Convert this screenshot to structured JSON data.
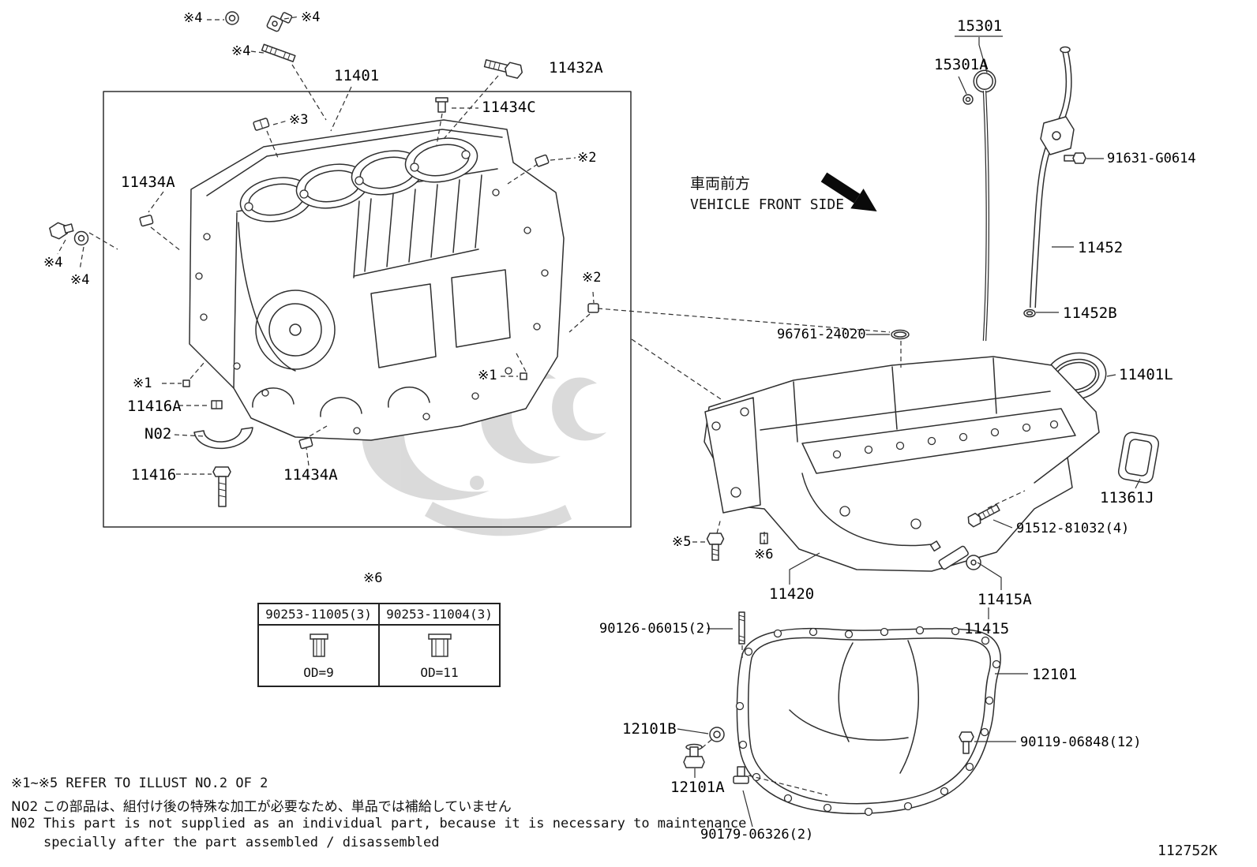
{
  "diagram_id": "112752K",
  "direction": {
    "jp": "車両前方",
    "en": "VEHICLE FRONT SIDE"
  },
  "callouts": {
    "s4a": "※4",
    "s4b": "※4",
    "s4c": "※4",
    "s4d": "※4",
    "s4e": "※4",
    "s3": "※3",
    "s2a": "※2",
    "s2b": "※2",
    "s1a": "※1",
    "s1b": "※1",
    "s5": "※5",
    "s6a": "※6",
    "s6table": "※6",
    "p11401": "11401",
    "p11432A": "11432A",
    "p11434C": "11434C",
    "p11434A_1": "11434A",
    "p11434A_2": "11434A",
    "p11416A": "11416A",
    "pN02": "N02",
    "p11416": "11416",
    "p15301": "15301",
    "p15301A": "15301A",
    "p91631": "91631-G0614",
    "p11452": "11452",
    "p11452B": "11452B",
    "p96761": "96761-24020",
    "p11401L": "11401L",
    "p11361J": "11361J",
    "p91512": "91512-81032(4)",
    "p11420": "11420",
    "p11415A": "11415A",
    "p11415": "11415",
    "p90126": "90126-06015(2)",
    "p12101": "12101",
    "p12101B": "12101B",
    "p90119": "90119-06848(12)",
    "p12101A": "12101A",
    "p90179": "90179-06326(2)"
  },
  "table": {
    "ref": "※6",
    "columns": [
      {
        "part": "90253-11005(3)",
        "od": "OD=9"
      },
      {
        "part": "90253-11004(3)",
        "od": "OD=11"
      }
    ]
  },
  "notes": [
    "※1~※5 REFER TO ILLUST NO.2 OF 2",
    "N02 この部品は、組付け後の特殊な加工が必要なため、単品では補給していません",
    "N02 This part is not supplied as an individual part, because it is necessary to maintenance",
    "specially after the part assembled / disassembled"
  ]
}
